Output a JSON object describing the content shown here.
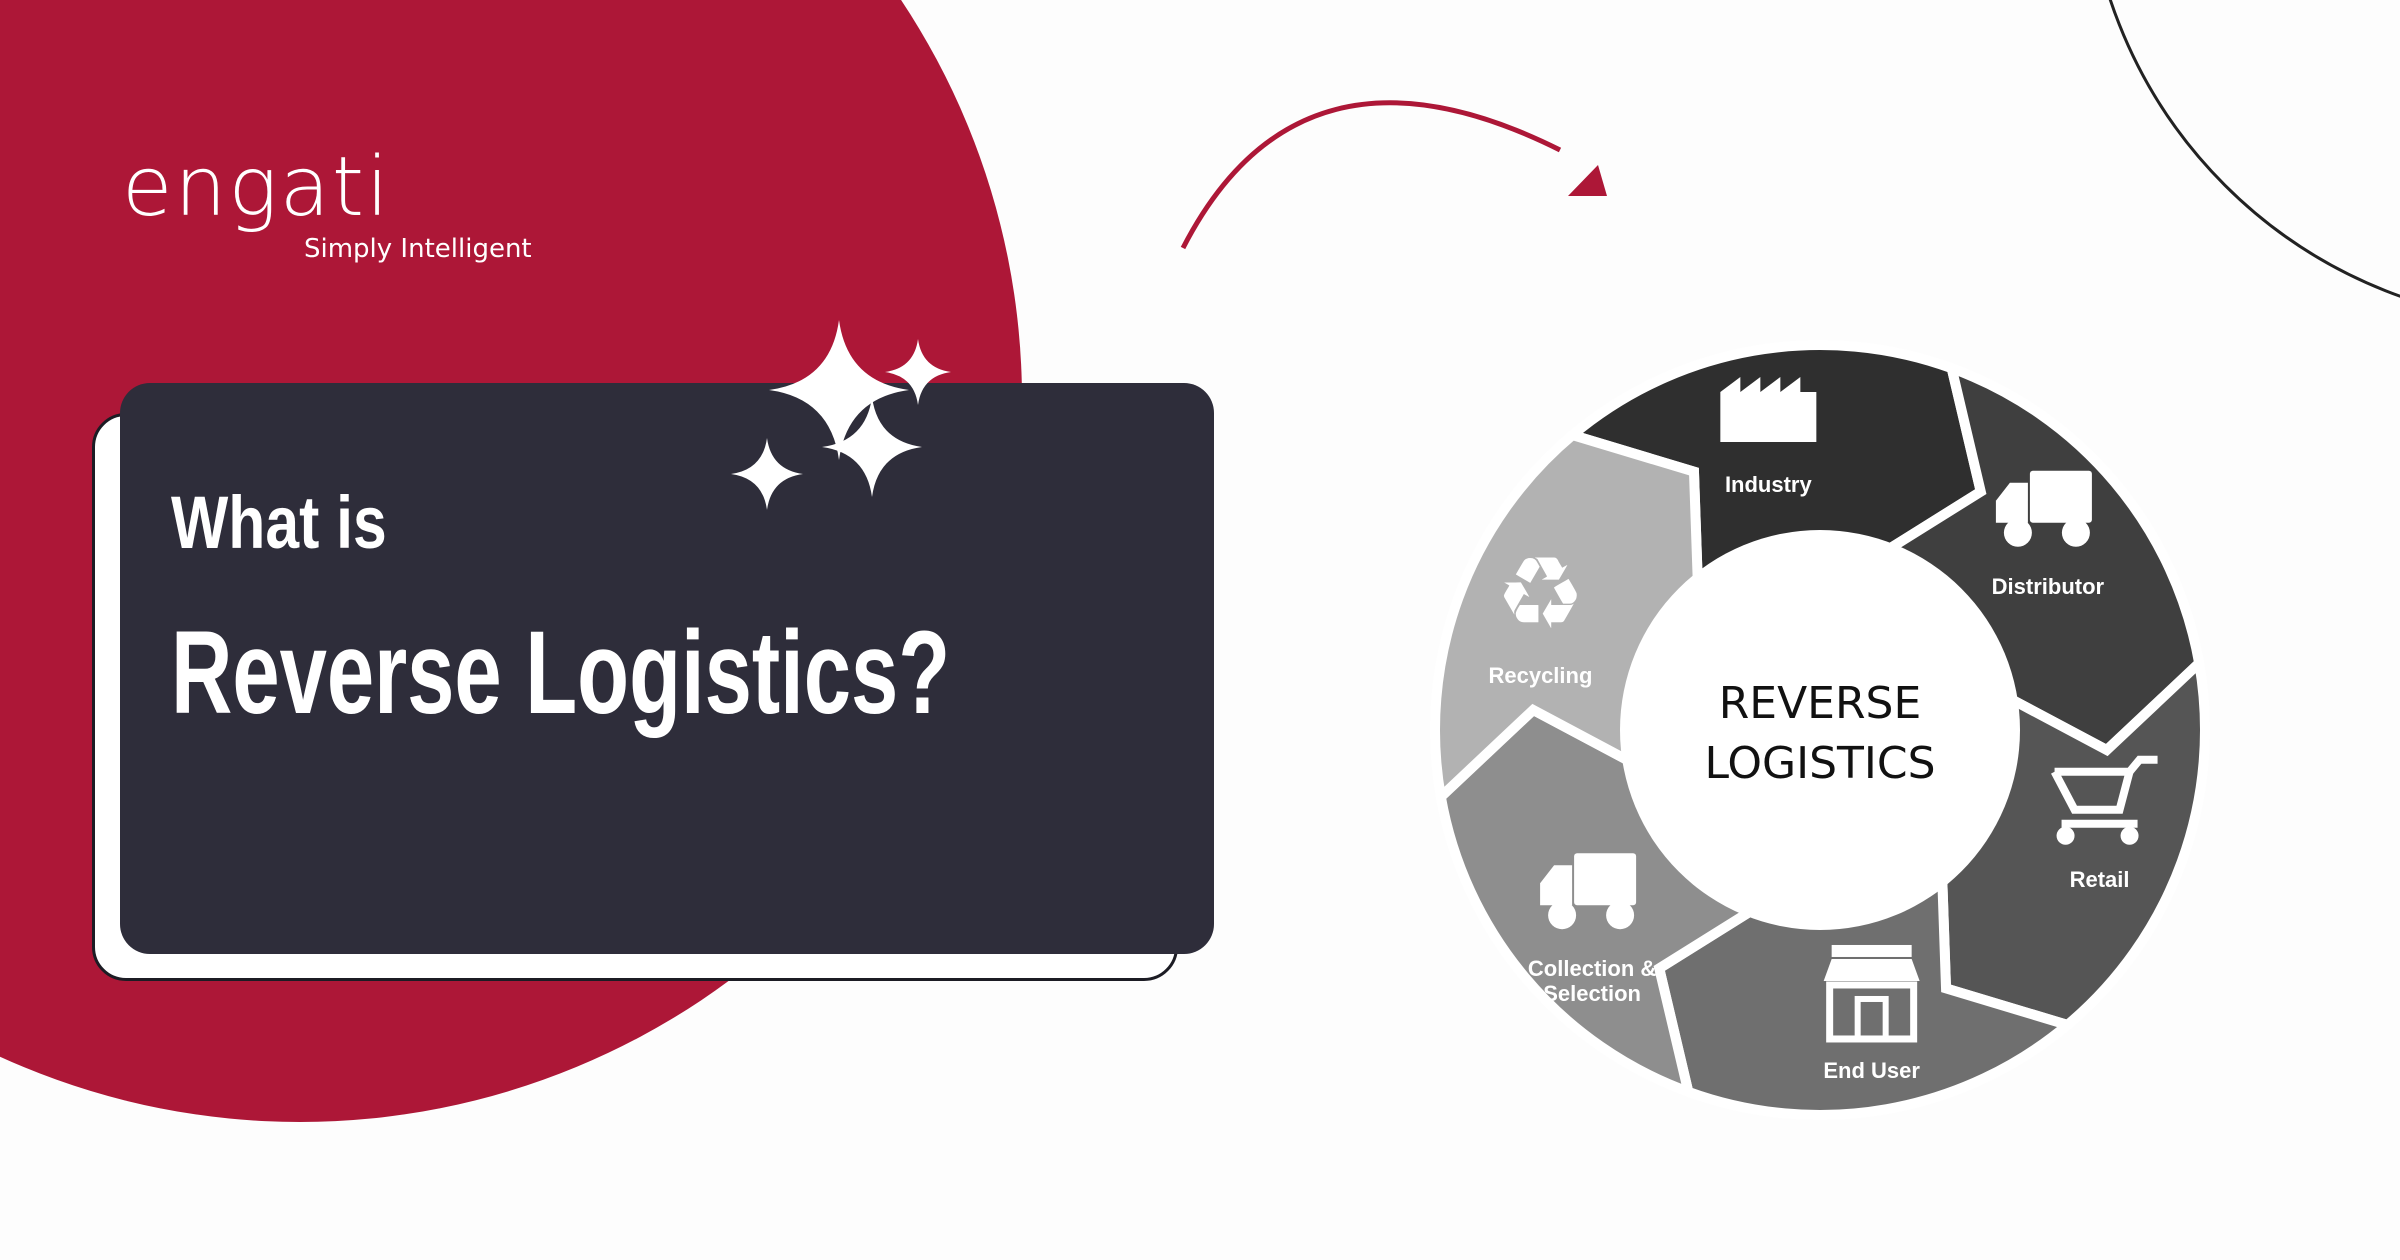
{
  "brand": {
    "name": "engati",
    "tagline": "Simply Intelligent"
  },
  "headline": {
    "line1": "What is",
    "line2": "Reverse Logistics?"
  },
  "diagram": {
    "center_line1": "REVERSE",
    "center_line2": "LOGISTICS",
    "stages": [
      {
        "label": "Industry",
        "icon": "factory-icon",
        "color": "#2f2f2f"
      },
      {
        "label": "Distributor",
        "icon": "truck-icon",
        "color": "#3f3f3f"
      },
      {
        "label": "Retail",
        "icon": "shopping-cart-icon",
        "color": "#555555"
      },
      {
        "label": "End User",
        "icon": "store-icon",
        "color": "#6f6f6f"
      },
      {
        "label": "Collection &",
        "label2": "Selection",
        "icon": "truck-icon",
        "color": "#8e8e8e"
      },
      {
        "label": "Recycling",
        "icon": "recycle-icon",
        "color": "#b2b2b2"
      }
    ]
  },
  "colors": {
    "brand_red": "#ad1737",
    "card": "#2e2d3a"
  }
}
